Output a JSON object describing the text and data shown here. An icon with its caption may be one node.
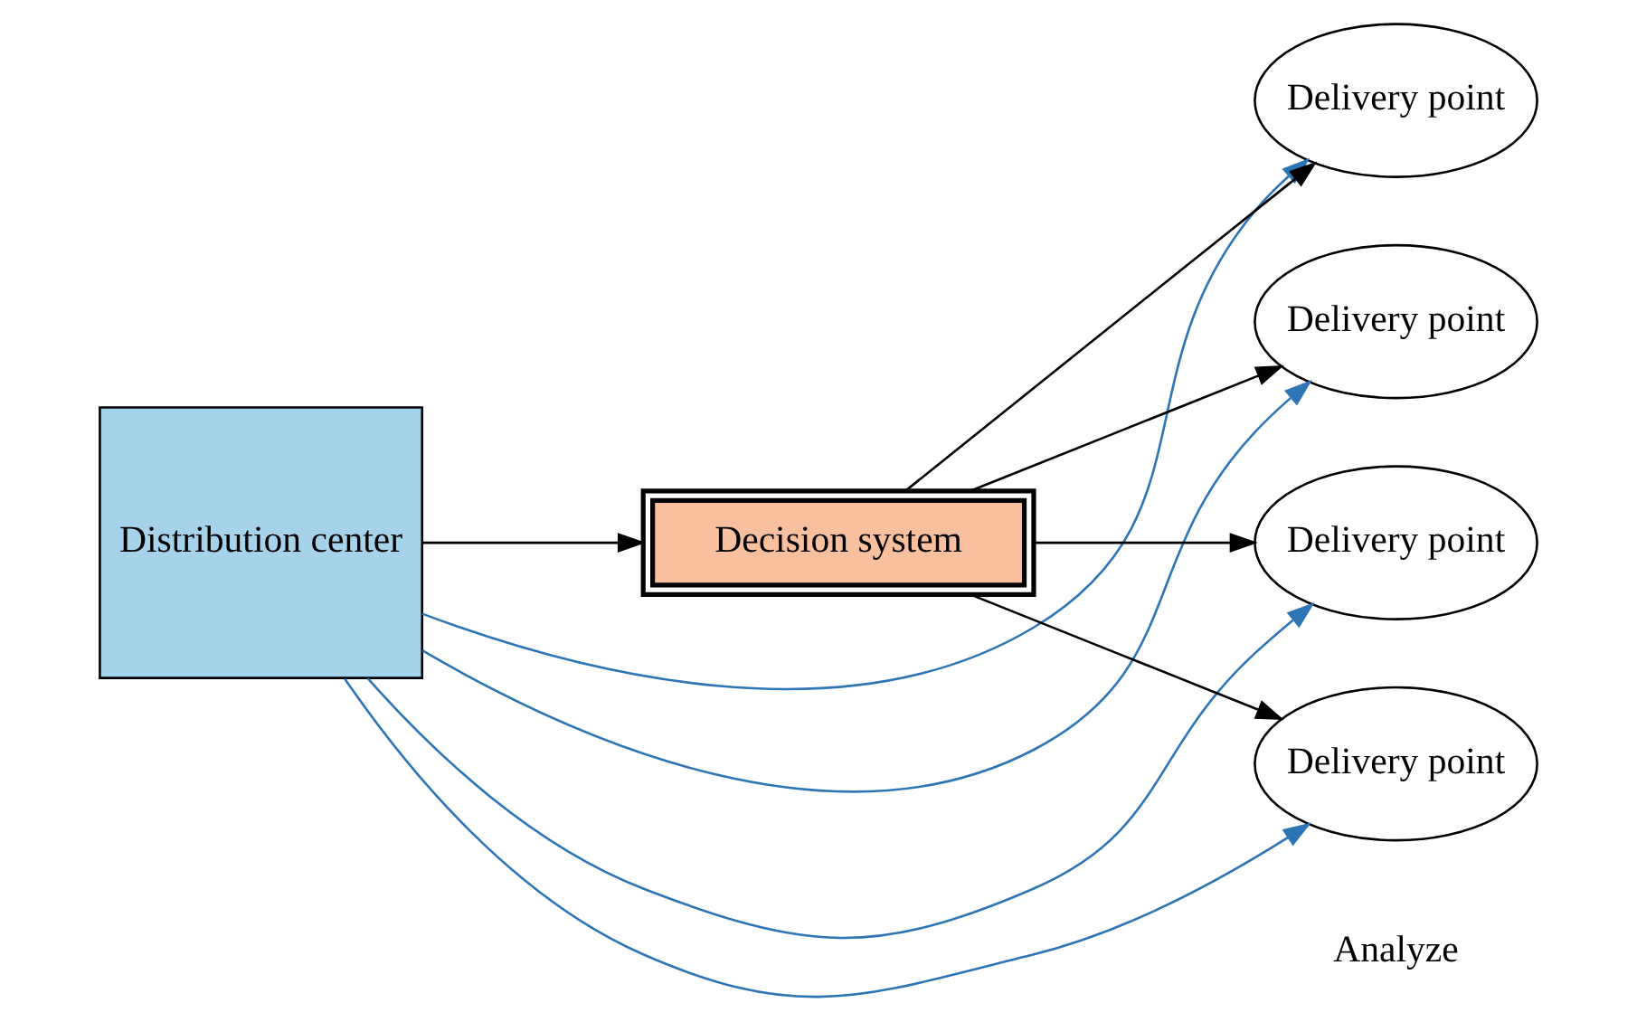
{
  "diagram": {
    "nodes": [
      {
        "text": [
          "Distribution center"
        ]
      },
      {
        "text": [
          "Decision system"
        ]
      },
      {
        "text": [
          "Delivery point"
        ]
      },
      {
        "text": [
          "Delivery point"
        ]
      },
      {
        "text": [
          "Delivery point"
        ]
      },
      {
        "text": [
          "Delivery point"
        ]
      }
    ],
    "edges": [
      {
        "from": 0,
        "to": 1,
        "arrow": "to"
      },
      {
        "from": 1,
        "to": 2,
        "arrow": "to"
      },
      {
        "from": 1,
        "to": 3,
        "arrow": "to"
      },
      {
        "from": 1,
        "to": 4,
        "arrow": "to"
      },
      {
        "from": 1,
        "to": 5,
        "arrow": "to"
      },
      {
        "from": 0,
        "to": 2,
        "arrow": "to",
        "color": "#2e75b6"
      },
      {
        "from": 0,
        "to": 3,
        "arrow": "to",
        "color": "#2e75b6"
      },
      {
        "from": 0,
        "to": 4,
        "arrow": "to",
        "color": "#2e75b6"
      },
      {
        "from": 0,
        "to": 5,
        "arrow": "to",
        "color": "#2e75b6"
      }
    ],
    "labels": [
      "Analyze"
    ]
  }
}
